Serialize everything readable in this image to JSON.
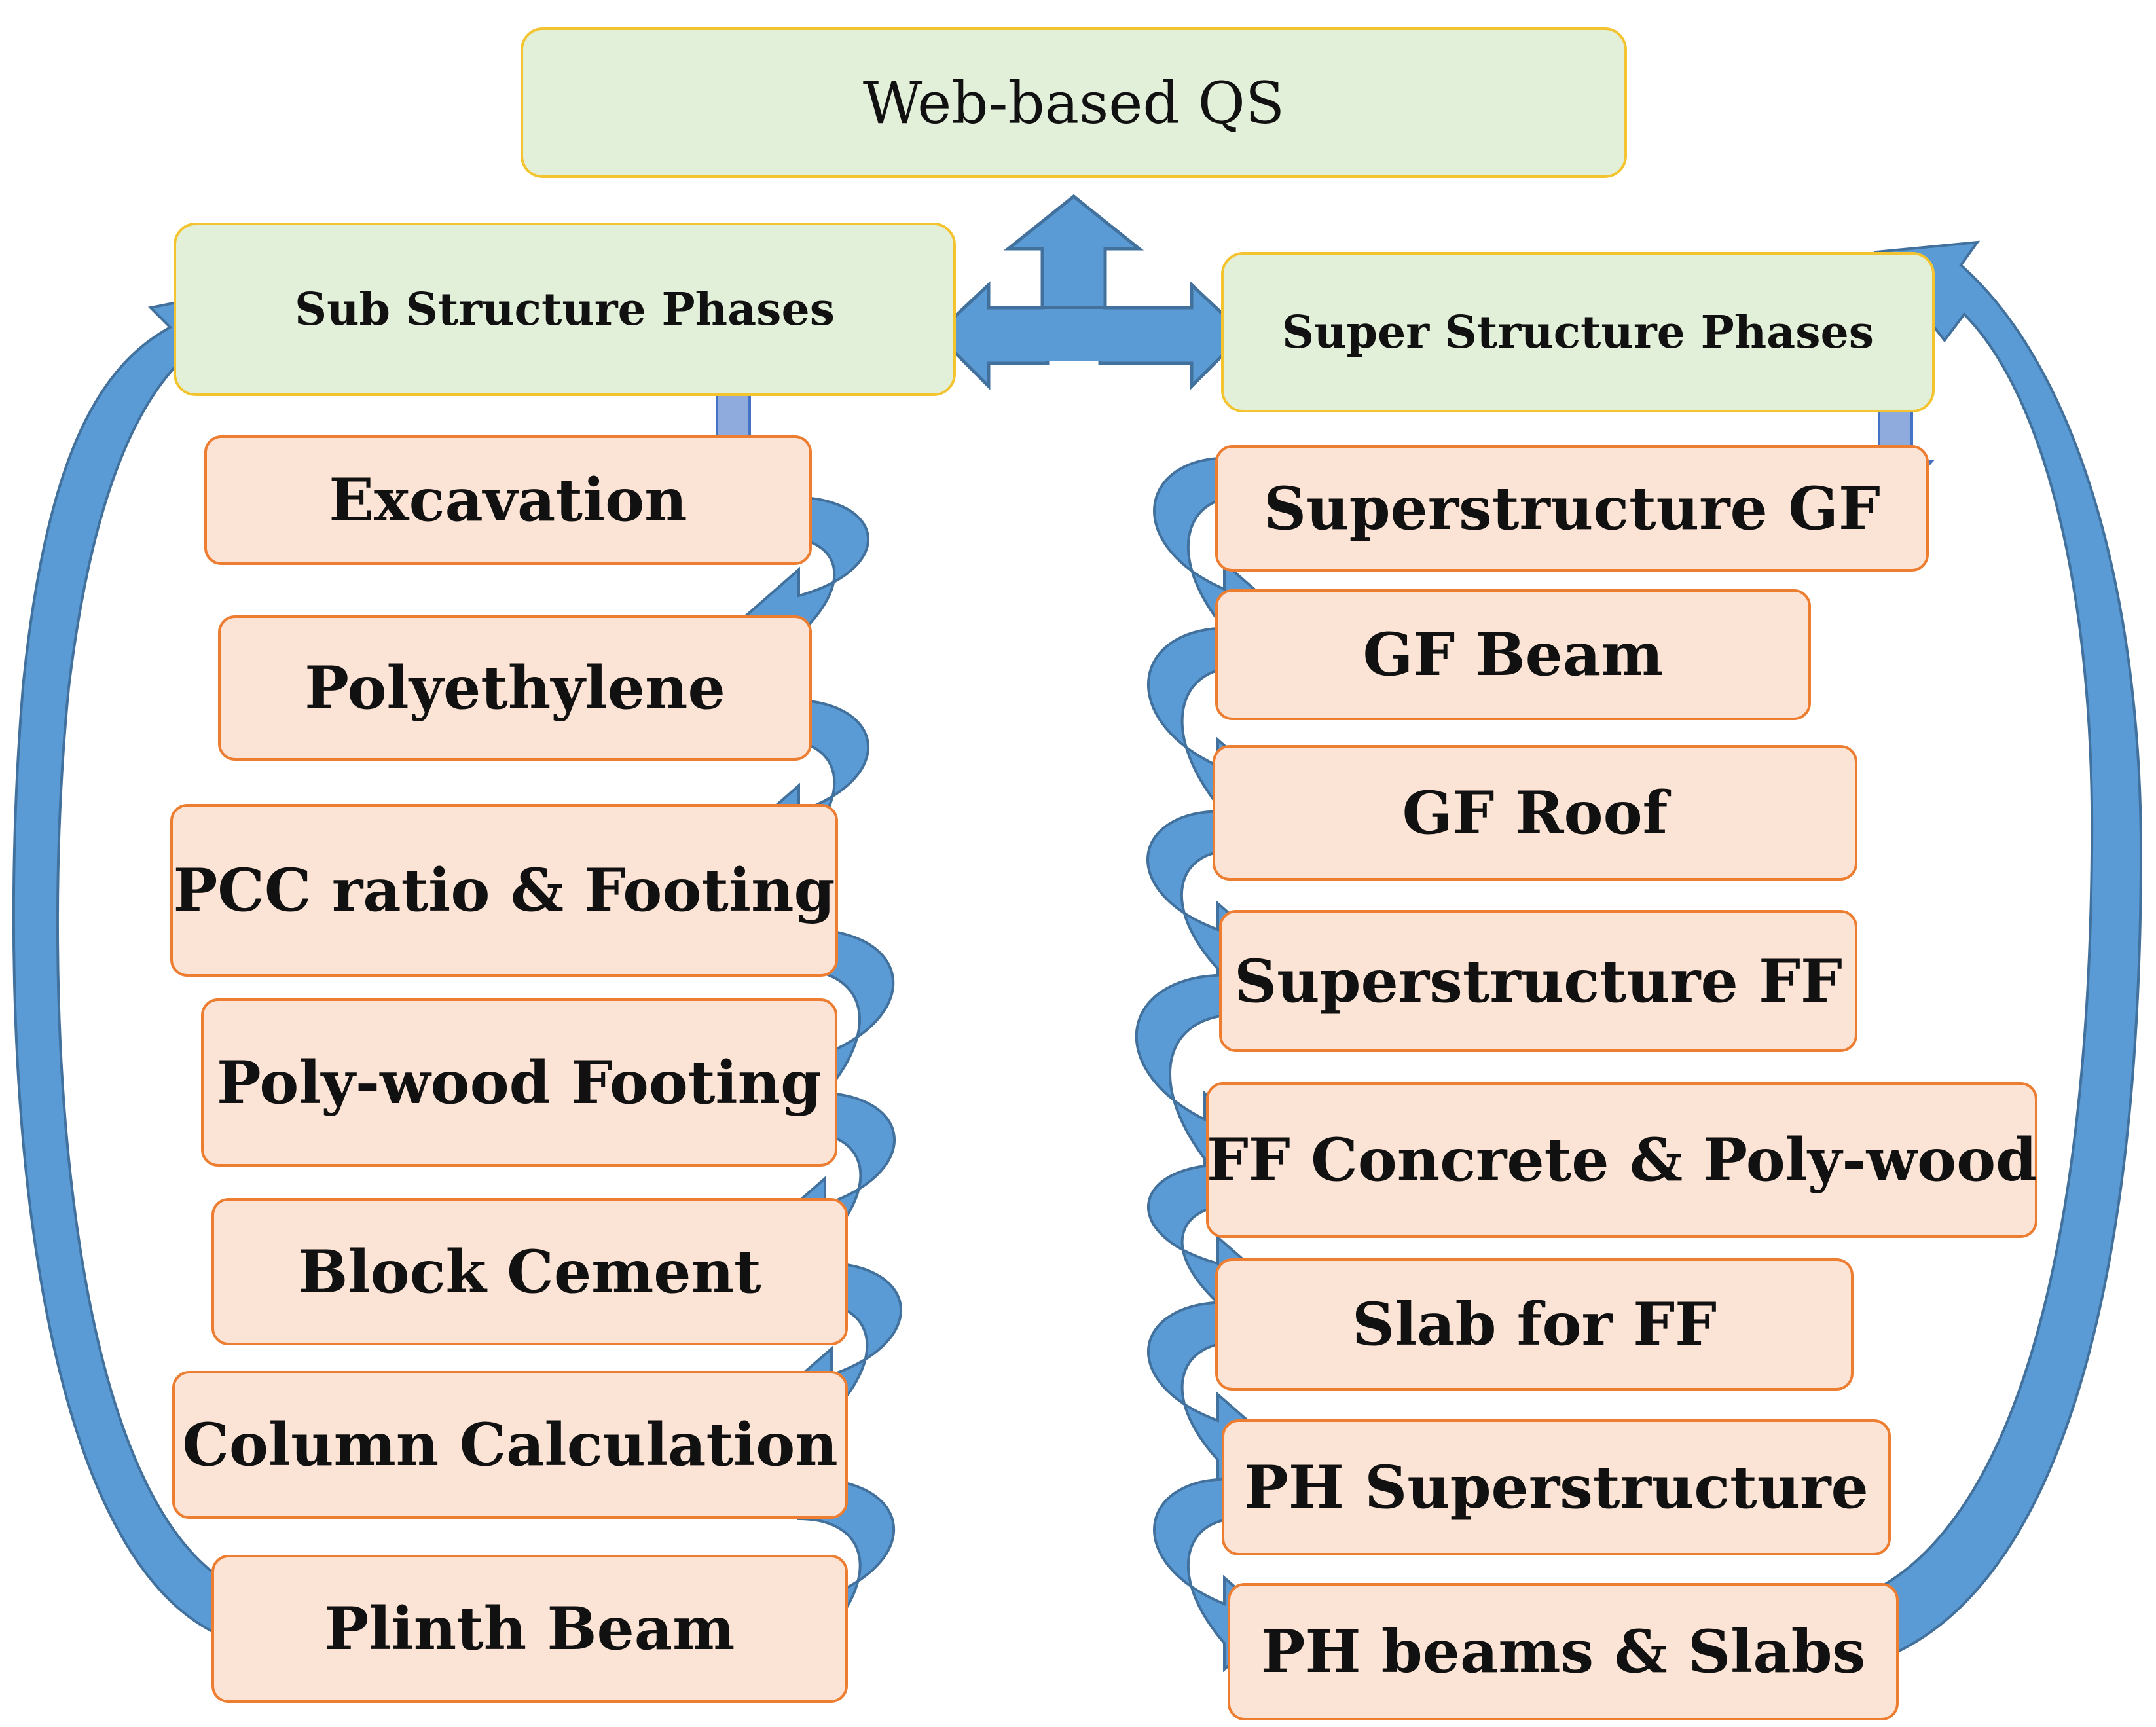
{
  "top": {
    "title": "Web-based QS"
  },
  "sub": {
    "title": "Sub Structure Phases",
    "steps": [
      "Excavation",
      "Polyethylene",
      "PCC ratio & Footing",
      "Poly-wood Footing",
      "Block Cement",
      "Column Calculation",
      "Plinth Beam"
    ]
  },
  "super": {
    "title": "Super Structure Phases",
    "steps": [
      "Superstructure GF",
      "GF Beam",
      "GF Roof",
      "Superstructure FF",
      "FF Concrete & Poly-wood",
      "Slab for FF",
      "PH Superstructure",
      "PH beams & Slabs"
    ]
  },
  "colors": {
    "phase_fill": "#e2efd9",
    "phase_border": "#f4c430",
    "step_fill": "#fbe4d5",
    "step_border": "#ed7d31",
    "arrow_fill": "#5b9bd5",
    "arrow_stroke": "#41719c",
    "down_arrow_fill": "#8faadc"
  }
}
